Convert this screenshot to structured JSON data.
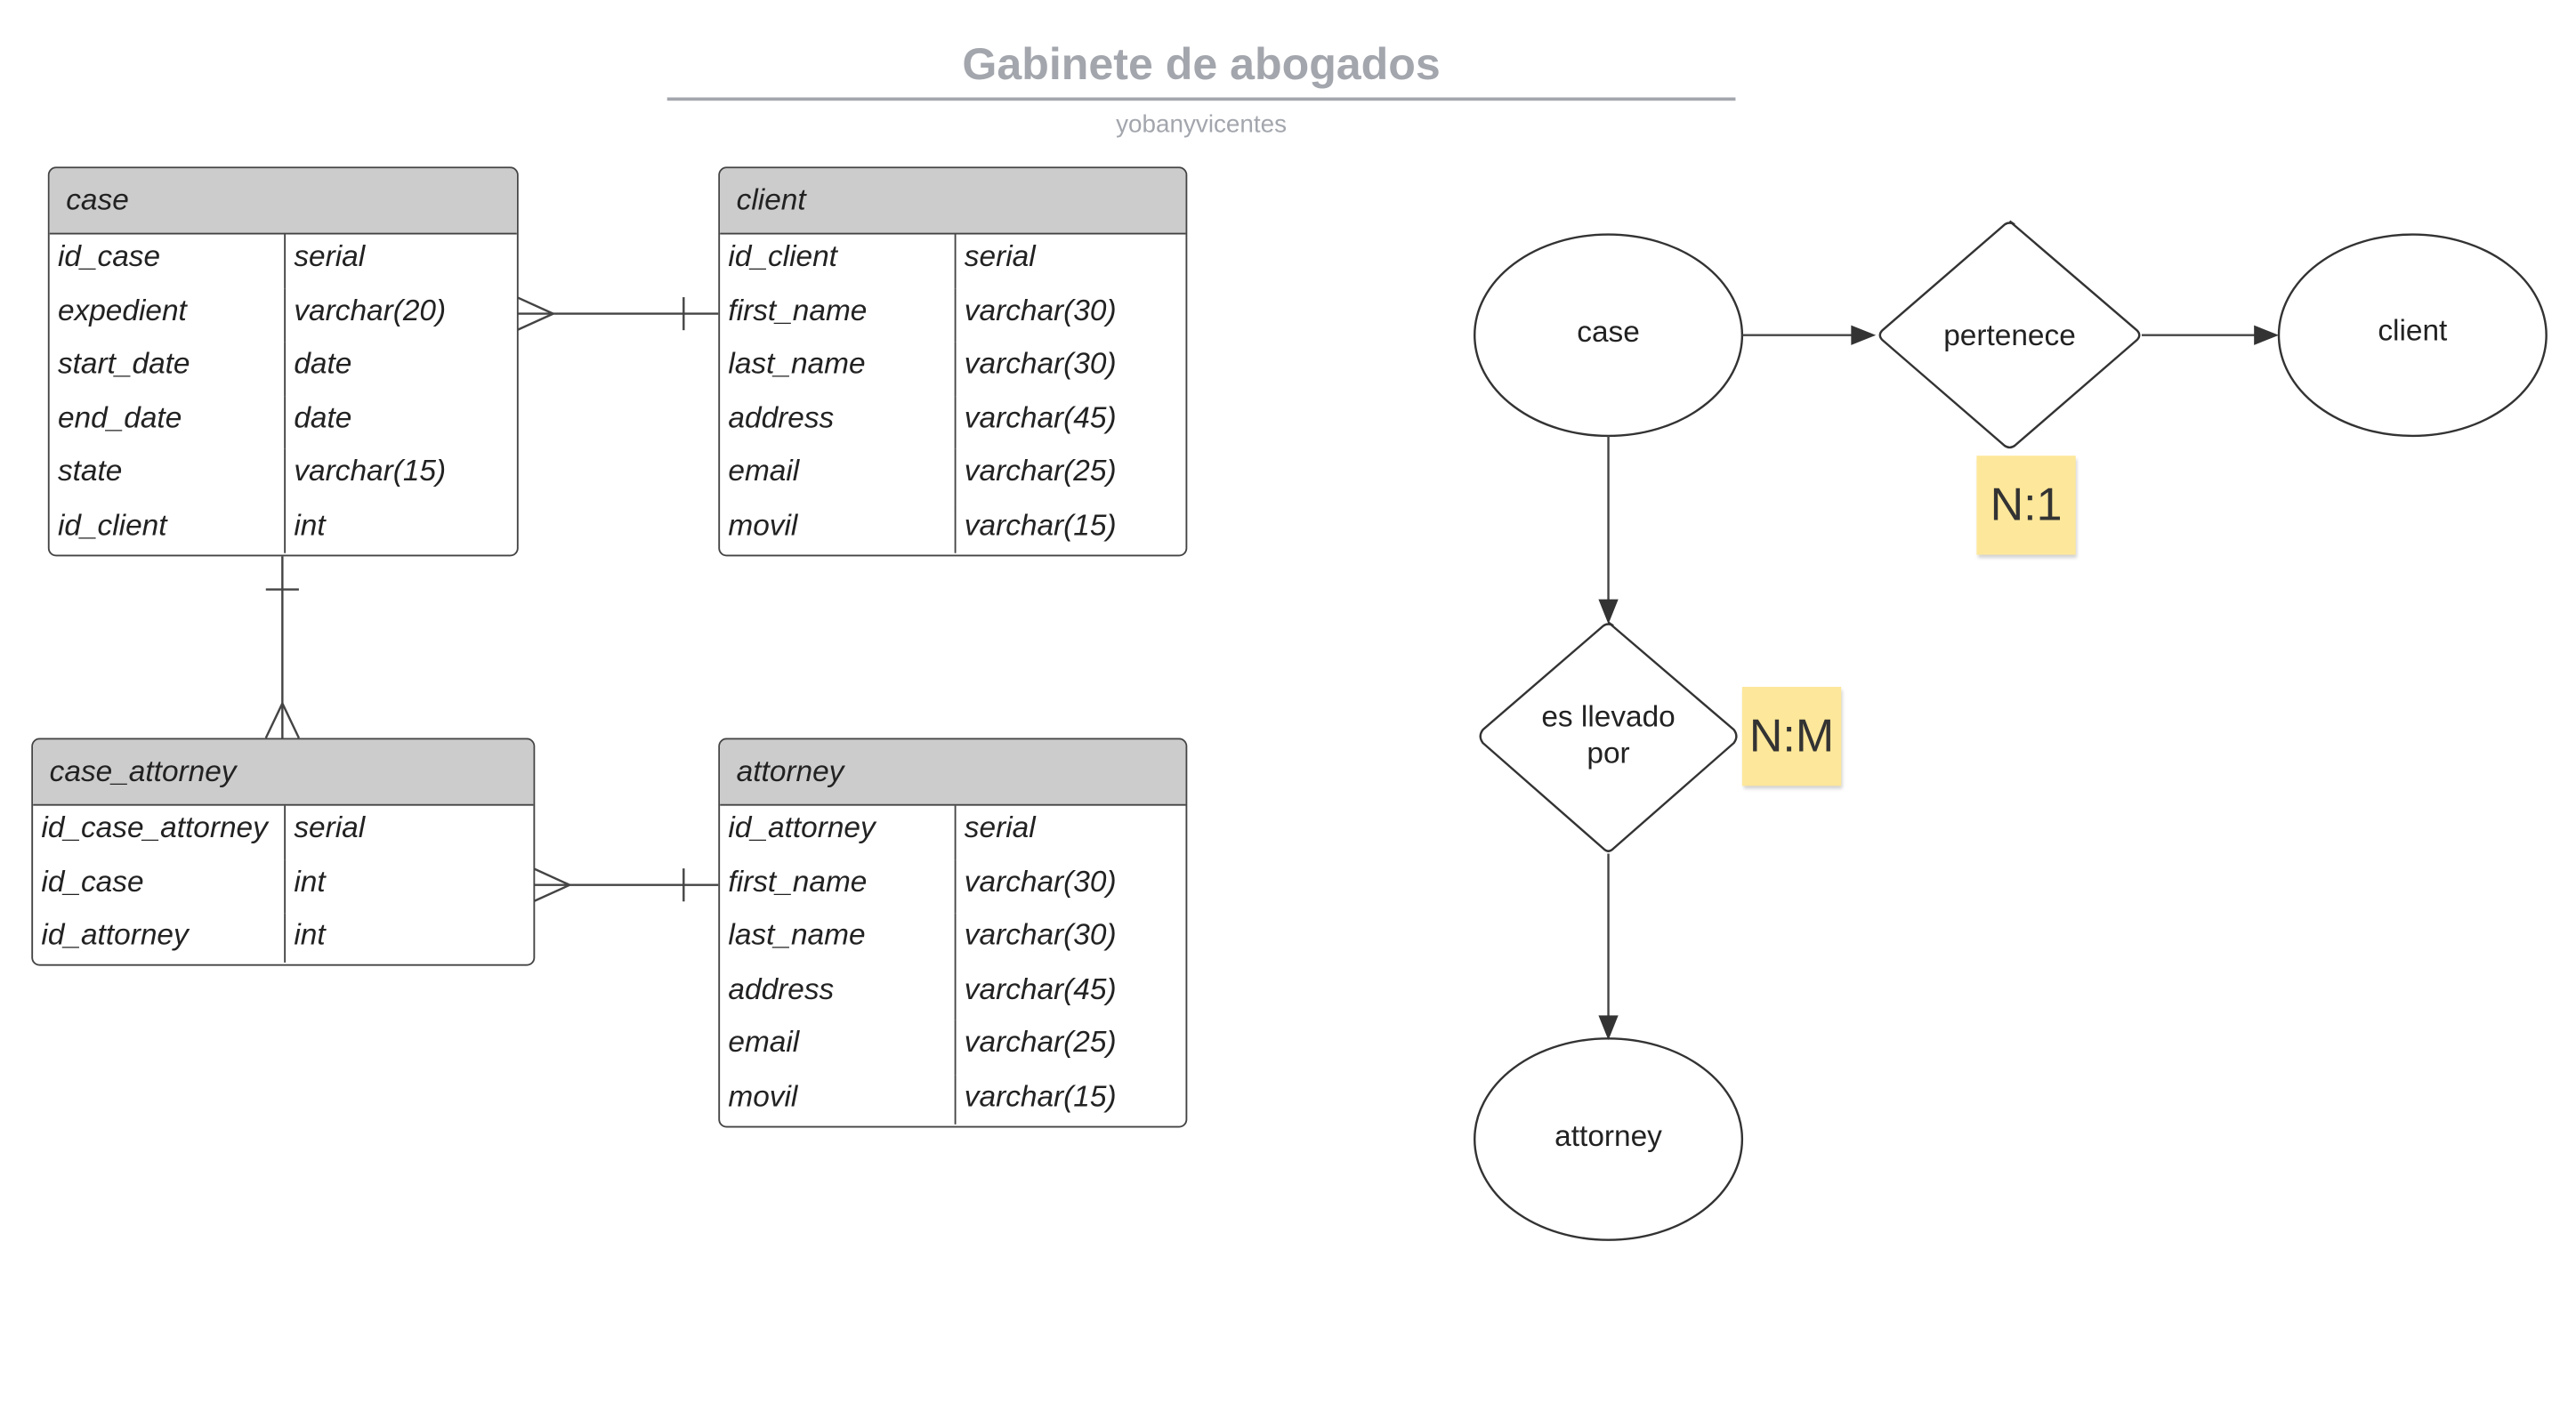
{
  "title": "Gabinete de abogados",
  "author": "yobanyvicentes",
  "tables": {
    "case": {
      "name": "case",
      "fields": [
        [
          "id_case",
          "serial"
        ],
        [
          "expedient",
          "varchar(20)"
        ],
        [
          "start_date",
          "date"
        ],
        [
          "end_date",
          "date"
        ],
        [
          "state",
          "varchar(15)"
        ],
        [
          "id_client",
          "int"
        ]
      ]
    },
    "client": {
      "name": "client",
      "fields": [
        [
          "id_client",
          "serial"
        ],
        [
          "first_name",
          "varchar(30)"
        ],
        [
          "last_name",
          "varchar(30)"
        ],
        [
          "address",
          "varchar(45)"
        ],
        [
          "email",
          "varchar(25)"
        ],
        [
          "movil",
          "varchar(15)"
        ]
      ]
    },
    "case_attorney": {
      "name": "case_attorney",
      "fields": [
        [
          "id_case_attorney",
          "serial"
        ],
        [
          "id_case",
          "int"
        ],
        [
          "id_attorney",
          "int"
        ]
      ]
    },
    "attorney": {
      "name": "attorney",
      "fields": [
        [
          "id_attorney",
          "serial"
        ],
        [
          "first_name",
          "varchar(30)"
        ],
        [
          "last_name",
          "varchar(30)"
        ],
        [
          "address",
          "varchar(45)"
        ],
        [
          "email",
          "varchar(25)"
        ],
        [
          "movil",
          "varchar(15)"
        ]
      ]
    }
  },
  "er": {
    "entities": {
      "case": "case",
      "client": "client",
      "attorney": "attorney"
    },
    "relations": {
      "pertenece": "pertenece",
      "llevado": "es llevado por"
    },
    "cardinalities": {
      "pertenece": "N:1",
      "llevado": "N:M"
    }
  },
  "colors": {
    "header_fill": "#cccccc",
    "title": "#a3a6ad",
    "note": "#fde79a",
    "line": "#444444"
  }
}
